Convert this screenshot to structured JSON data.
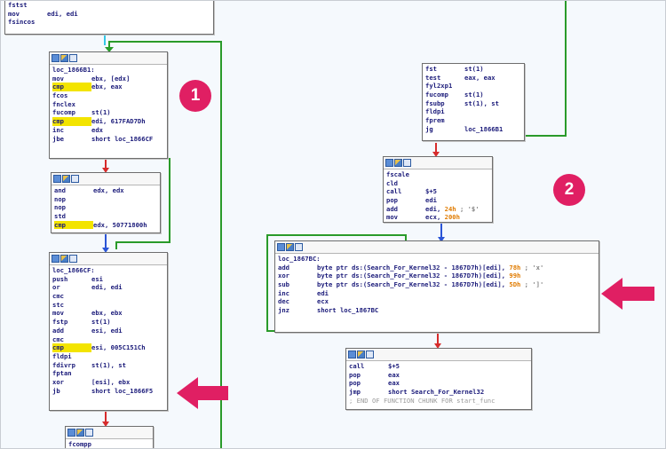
{
  "colors": {
    "accent": "#e01f63",
    "edge_green": "#2a9b2a",
    "edge_red": "#d62b2b",
    "edge_blue": "#2b55d6",
    "highlight": "#f3e400"
  },
  "badges": [
    "1",
    "2"
  ],
  "graph": {
    "node_top": {
      "lines": [
        {
          "m": "fstst",
          "o": ""
        },
        {
          "m": "mov",
          "o": "edi, edi"
        },
        {
          "m": "fsincos",
          "o": ""
        }
      ]
    },
    "node_a": {
      "label": "loc_1866B1:",
      "lines": [
        {
          "m": "mov",
          "o": "ebx, [edx]"
        },
        {
          "m": "cmp",
          "o": "ebx, eax",
          "hl": true
        },
        {
          "m": "fcos",
          "o": ""
        },
        {
          "m": "fnclex",
          "o": ""
        },
        {
          "m": "fucomp",
          "o": "st(1)"
        },
        {
          "m": "cmp",
          "o": "edi, 617FAD7Dh",
          "hl": true
        },
        {
          "m": "inc",
          "o": "edx"
        },
        {
          "m": "jbe",
          "o": "short loc_1866CF"
        }
      ]
    },
    "node_b": {
      "lines": [
        {
          "m": "and",
          "o": "edx, edx"
        },
        {
          "m": "nop",
          "o": ""
        },
        {
          "m": "nop",
          "o": ""
        },
        {
          "m": "std",
          "o": ""
        },
        {
          "m": "cmp",
          "o": "edx, 50771800h",
          "hl": true
        }
      ]
    },
    "node_c": {
      "label": "loc_1866CF:",
      "lines": [
        {
          "m": "push",
          "o": "esi"
        },
        {
          "m": "or",
          "o": "edi, edi"
        },
        {
          "m": "cmc",
          "o": ""
        },
        {
          "m": "stc",
          "o": ""
        },
        {
          "m": "mov",
          "o": "ebx, ebx"
        },
        {
          "m": "fstp",
          "o": "st(1)"
        },
        {
          "m": "add",
          "o": "esi, edi"
        },
        {
          "m": "cmc",
          "o": ""
        },
        {
          "m": "cmp",
          "o": "esi, 005C151Ch",
          "hl": true
        },
        {
          "m": "fldpi",
          "o": ""
        },
        {
          "m": "fdivrp",
          "o": "st(1), st"
        },
        {
          "m": "fptan",
          "o": ""
        },
        {
          "m": "xor",
          "o": "[esi], ebx"
        },
        {
          "m": "jb",
          "o": "short loc_1866F5"
        }
      ]
    },
    "node_d": {
      "lines": [
        {
          "m": "fcompp",
          "o": ""
        }
      ]
    },
    "node_e": {
      "lines": [
        {
          "m": "fst",
          "o": "st(1)"
        },
        {
          "m": "test",
          "o": "eax, eax"
        },
        {
          "m": "fyl2xp1",
          "o": ""
        },
        {
          "m": "fucomp",
          "o": "st(1)"
        },
        {
          "m": "fsubp",
          "o": "st(1), st"
        },
        {
          "m": "fldpi",
          "o": ""
        },
        {
          "m": "fprem",
          "o": ""
        },
        {
          "m": "jg",
          "o": "loc_1866B1"
        }
      ]
    },
    "node_f": {
      "lines": [
        {
          "m": "fscale",
          "o": ""
        },
        {
          "m": "cld",
          "o": ""
        },
        {
          "m": "call",
          "o": "$+5"
        },
        {
          "m": "pop",
          "o": "edi"
        },
        {
          "m": "add",
          "o": "edi, ",
          "num": "24h",
          "cmt": " ; '$'"
        },
        {
          "m": "mov",
          "o": "ecx, ",
          "num": "200h"
        }
      ]
    },
    "node_g": {
      "label": "loc_1867BC:",
      "lines": [
        {
          "m": "add",
          "o": "byte ptr ds:(Search_For_Kernel32 - 1867D7h)[edi], ",
          "num": "78h",
          "cmt": " ; 'x'"
        },
        {
          "m": "xor",
          "o": "byte ptr ds:(Search_For_Kernel32 - 1867D7h)[edi], ",
          "num": "99h"
        },
        {
          "m": "sub",
          "o": "byte ptr ds:(Search_For_Kernel32 - 1867D7h)[edi], ",
          "num": "5Dh",
          "cmt": " ; ']'"
        },
        {
          "m": "inc",
          "o": "edi"
        },
        {
          "m": "dec",
          "o": "ecx"
        },
        {
          "m": "jnz",
          "o": "short loc_1867BC"
        }
      ]
    },
    "node_h": {
      "lines": [
        {
          "m": "call",
          "o": "$+5"
        },
        {
          "m": "pop",
          "o": "eax"
        },
        {
          "m": "pop",
          "o": "eax"
        },
        {
          "m": "jmp",
          "o": "short Search_For_Kernel32"
        }
      ],
      "footer": "; END OF FUNCTION CHUNK FOR start_func"
    }
  }
}
